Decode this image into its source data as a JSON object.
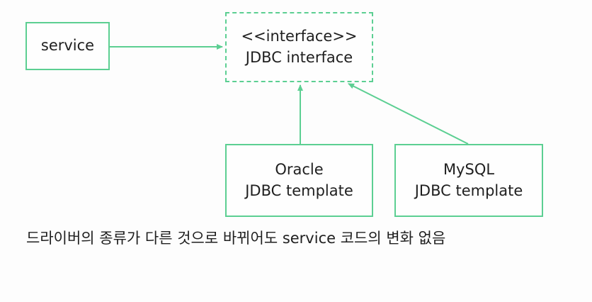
{
  "nodes": {
    "service": {
      "label": "service"
    },
    "interface": {
      "stereotype": "<<interface>>",
      "label": "JDBC interface"
    },
    "oracle": {
      "line1": "Oracle",
      "line2": "JDBC template"
    },
    "mysql": {
      "line1": "MySQL",
      "line2": "JDBC template"
    }
  },
  "caption": "드라이버의 종류가 다른 것으로 바뀌어도 service 코드의 변화 없음",
  "colors": {
    "accent": "#5ccf92",
    "text": "#1f1f1f",
    "background": "#fdfdfd"
  }
}
